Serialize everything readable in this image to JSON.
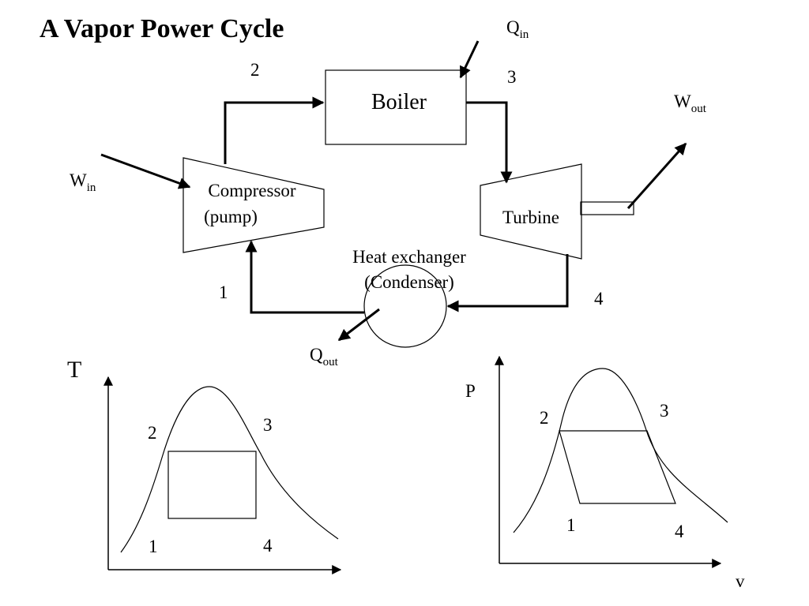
{
  "title": "A Vapor Power Cycle",
  "cycle": {
    "boiler_label": "Boiler",
    "compressor_label_line1": "Compressor",
    "compressor_label_line2": "(pump)",
    "turbine_label": "Turbine",
    "heat_exchanger_line1": "Heat exchanger",
    "heat_exchanger_line2": "(Condenser)",
    "state_labels": [
      "1",
      "2",
      "3",
      "4"
    ],
    "q_in": {
      "symbol": "Q",
      "subscript": "in"
    },
    "q_out": {
      "symbol": "Q",
      "subscript": "out"
    },
    "w_in": {
      "symbol": "W",
      "subscript": "in"
    },
    "w_out": {
      "symbol": "W",
      "subscript": "out"
    }
  },
  "ts_diagram": {
    "y_axis_label": "T",
    "state_labels": [
      "1",
      "2",
      "3",
      "4"
    ]
  },
  "pv_diagram": {
    "y_axis_label": "P",
    "x_axis_label": "v",
    "state_labels": [
      "1",
      "2",
      "3",
      "4"
    ]
  }
}
